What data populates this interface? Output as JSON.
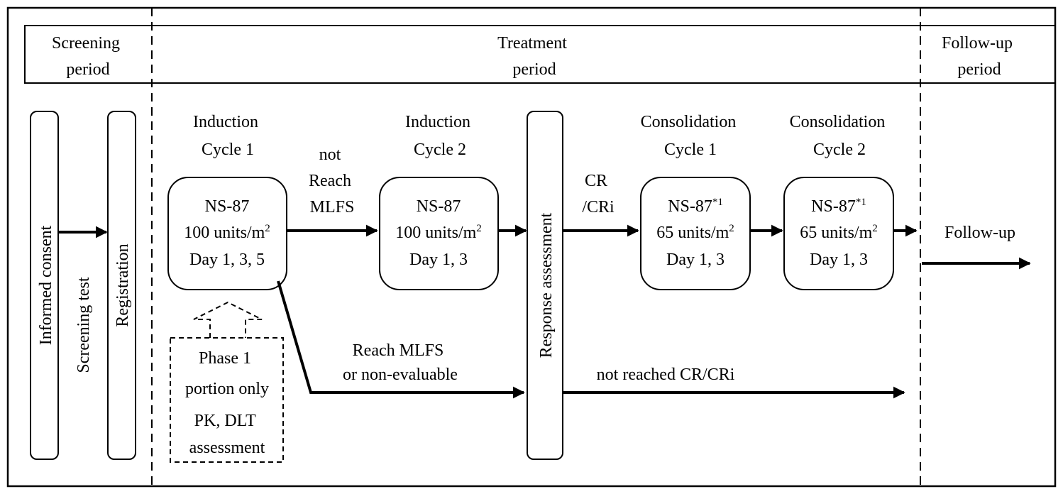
{
  "periods": {
    "screening": [
      "Screening",
      "period"
    ],
    "treatment": [
      "Treatment",
      "period"
    ],
    "followup": [
      "Follow-up",
      "period"
    ]
  },
  "vertical_labels": {
    "informed_consent": "Informed consent",
    "screening_test": "Screening test",
    "registration": "Registration",
    "response_assessment": "Response assessment"
  },
  "stages": {
    "induction1": {
      "title": [
        "Induction",
        "Cycle 1"
      ],
      "drug": "NS-87",
      "dose_value": "100 units/m",
      "dose_exp": "2",
      "days": "Day 1, 3, 5"
    },
    "induction2": {
      "title": [
        "Induction",
        "Cycle 2"
      ],
      "drug": "NS-87",
      "dose_value": "100 units/m",
      "dose_exp": "2",
      "days": "Day 1, 3"
    },
    "consolidation1": {
      "title": [
        "Consolidation",
        "Cycle 1"
      ],
      "drug": "NS-87",
      "drug_sup": "*1",
      "dose_value": "65 units/m",
      "dose_exp": "2",
      "days": "Day 1, 3"
    },
    "consolidation2": {
      "title": [
        "Consolidation",
        "Cycle 2"
      ],
      "drug": "NS-87",
      "drug_sup": "*1",
      "dose_value": "65 units/m",
      "dose_exp": "2",
      "days": "Day 1, 3"
    }
  },
  "arrow_labels": {
    "not_reach": [
      "not",
      "Reach",
      "MLFS"
    ],
    "cr": [
      "CR",
      "/CRi"
    ],
    "reach_mlfs": [
      "Reach MLFS",
      "or non-evaluable"
    ],
    "not_reached_cr": "not reached CR/CRi",
    "followup": "Follow-up"
  },
  "phase1_note": {
    "lines": [
      "Phase 1",
      "portion only"
    ],
    "lines2": [
      "PK, DLT",
      "assessment"
    ]
  }
}
